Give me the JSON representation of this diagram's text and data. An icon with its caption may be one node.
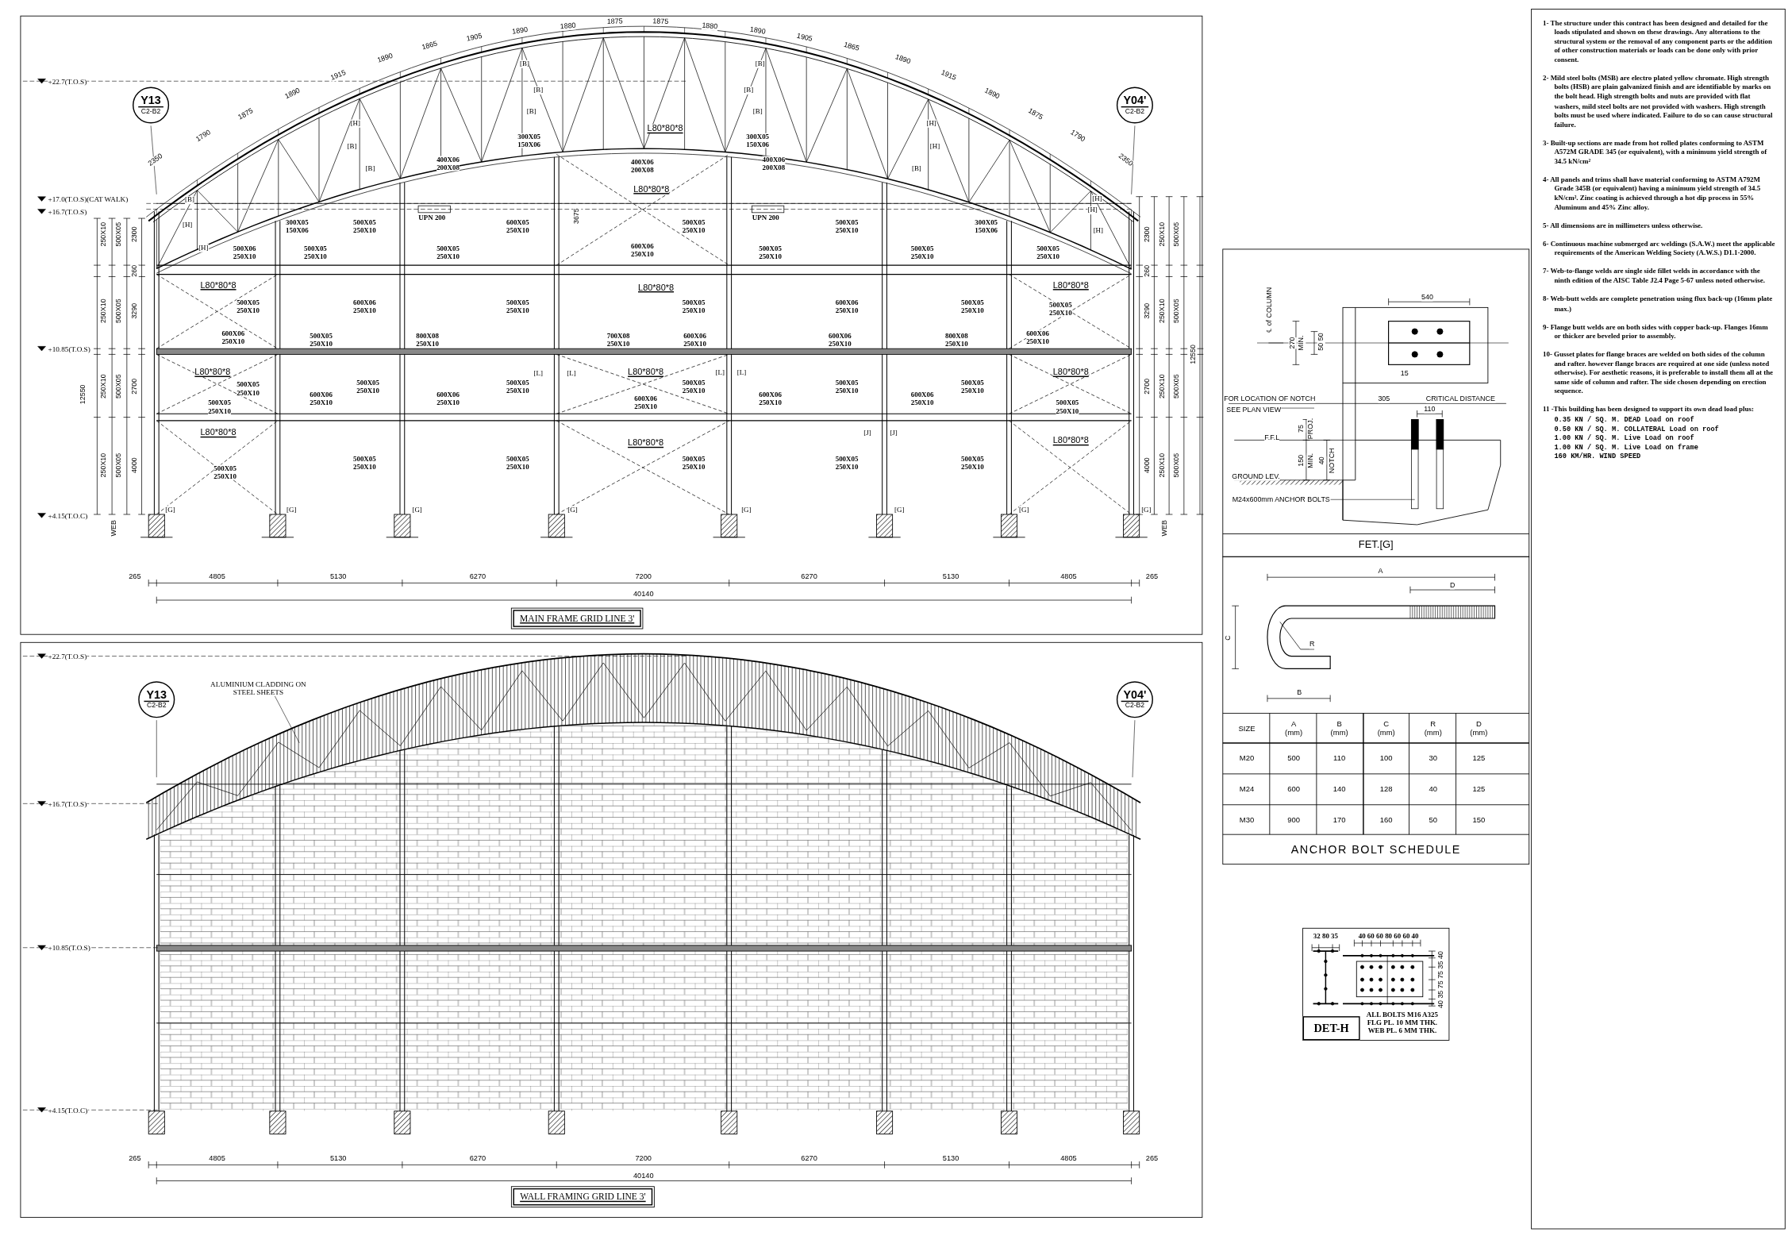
{
  "diagram": {
    "nodes": [
      {
        "text": [
          "Y13",
          "C2-B2"
        ]
      },
      {
        "text": [
          "Y04'",
          "C2-B2"
        ]
      },
      {
        "text": [
          "MAIN FRAME GRID LINE 3'"
        ]
      },
      {
        "text": [
          "Y13",
          "C2-B2"
        ]
      },
      {
        "text": [
          "Y04'",
          "C2-B2"
        ]
      },
      {
        "text": [
          "WALL FRAMING GRID LINE 3'"
        ]
      },
      {
        "text": [
          "DET-H"
        ]
      }
    ],
    "labels": [
      "+22.7(T.O.S)",
      "+17.0(T.O.S)(CAT WALK)",
      "+16.7(T.O.S)",
      "+10.85(T.O.S)",
      "+4.15(T.O.C)",
      "2350",
      "1790",
      "1875",
      "1890",
      "1915",
      "1890",
      "1865",
      "1905",
      "1890",
      "1880",
      "1875",
      "1875",
      "1880",
      "1890",
      "1905",
      "1865",
      "1890",
      "1915",
      "1890",
      "1875",
      "1790",
      "2350",
      "300X05 150X06",
      "400X06 200X08",
      "L80*80*8",
      "400X06 200X08",
      "300X05 150X06",
      "400X06 200X08",
      "L80*80*8",
      "UPN 200",
      "UPN 200",
      "300X05 150X06",
      "500X05 250X10",
      "600X05 250X10",
      "500X05 250X10",
      "500X05 250X10",
      "300X05 150X06",
      "500X06 250X10",
      "500X05 250X10",
      "500X05 250X10",
      "600X06 250X10",
      "500X05 250X10",
      "500X05 250X10",
      "500X05 250X10",
      "3675",
      "L80*80*8",
      "L80*80*8",
      "L80*80*8",
      "500X05 250X10",
      "600X06 250X10",
      "500X05 250X10",
      "500X05 250X10",
      "600X06 250X10",
      "500X05 250X10",
      "500X05 250X10",
      "600X06 250X10",
      "500X05 250X10",
      "800X08 250X10",
      "700X08 250X10",
      "600X06 250X10",
      "600X06 250X10",
      "800X08 250X10",
      "600X06 250X10",
      "L80*80*8",
      "500X05 250X10",
      "500X05 250X10",
      "500X05 250X10",
      "[L]",
      "[L]",
      "L80*80*8",
      "500X05 250X10",
      "[L]",
      "[L]",
      "500X05 250X10",
      "500X05 250X10",
      "L80*80*8",
      "500X05 250X10",
      "600X06 250X10",
      "600X06 250X10",
      "600X06 250X10",
      "600X06 250X10",
      "600X06 250X10",
      "500X05 250X10",
      "L80*80*8",
      "L80*80*8",
      "[J]",
      "[J]",
      "L80*80*8",
      "500X05 250X10",
      "500X05 250X10",
      "500X05 250X10",
      "500X05 250X10",
      "500X05 250X10",
      "500X05 250X10",
      "[B]",
      "[B]",
      "[B]",
      "[H]",
      "[B]",
      "[B]",
      "[B]",
      "[B]",
      "[B]",
      "[H]",
      "[H]",
      "[B]",
      "[B]",
      "[H]",
      "[H]",
      "[H]",
      "[H]",
      "[H]",
      "[G]",
      "[G]",
      "[G]",
      "[G]",
      "[G]",
      "[G]",
      "[G]",
      "[G]",
      "250X10",
      "250X10",
      "250X10",
      "250X10",
      "500X05",
      "500X05",
      "500X05",
      "500X05",
      "2300",
      "260",
      "3290",
      "2700",
      "4000",
      "12550",
      "WEB",
      "2300",
      "260",
      "3290",
      "2700",
      "4000",
      "250X10",
      "250X10",
      "250X10",
      "250X10",
      "500X05",
      "500X05",
      "500X05",
      "500X05",
      "12550",
      "WEB",
      "265",
      "4805",
      "5130",
      "6270",
      "7200",
      "6270",
      "5130",
      "4805",
      "265",
      "40140",
      "+22.7(T.O.S)",
      "+16.7(T.O.S)",
      "+10.85(T.O.S)",
      "+4.15(T.O.C)",
      "ALUMINIUM CLADDING ON STEEL SHEETS",
      "265",
      "4805",
      "5130",
      "6270",
      "7200",
      "6270",
      "5130",
      "4805",
      "265",
      "40140",
      "540",
      "℄ of COLUMN",
      "270",
      "MIN.",
      "50 50",
      "15",
      "FOR LOCATION OF NOTCH",
      "SEE PLAN VIEW",
      "305",
      "CRITICAL DISTANCE",
      "110",
      "F.F.L",
      "75",
      "PROJ.",
      "150",
      "MIN.",
      "40",
      "NOTCH",
      "GROUND LEV.",
      "M24x600mm ANCHOR BOLTS",
      "FET.[G]",
      "A",
      "D",
      "C",
      "R",
      "B",
      "SIZE",
      "A (mm)",
      "B (mm)",
      "C (mm)",
      "R (mm)",
      "D (mm)",
      "M20",
      "500",
      "110",
      "100",
      "30",
      "125",
      "M24",
      "600",
      "140",
      "128",
      "40",
      "125",
      "M30",
      "900",
      "170",
      "160",
      "50",
      "150",
      "ANCHOR BOLT SCHEDULE",
      "32 80 35",
      "40 60 60 80 60 60 40",
      "40 35 75 75 35 40",
      "ALL BOLTS M16 A325",
      "FLG PL. 10 MM THK.",
      "WEB PL. 6 MM THK.",
      "1- The structure under this contract has been designed and detailed for the loads stipulated and shown on these drawings. Any alterations to the structural system or the removal of any component parts or the addition of other construction materials or loads can be done only with prior consent.",
      "2- Mild steel bolts (MSB) are electro plated yellow chromate. High strength bolts (HSB) are plain galvanized finish and are identifiable by marks on the bolt head. High strength bolts and nuts are provided with flat washers, mild steel bolts are not provided with washers. High strength bolts must be used where indicated. Failure to do so can cause structural failure.",
      "3- Built-up sections are made from hot rolled plates conforming to ASTM A572M GRADE 345 (or equivalent), with a minimum yield strength of 34.5 kN/cm²",
      "4- All panels and trims shall have material conforming to ASTM A792M Grade 345B (or equivalent) having a minimum yield strength of 34.5 kN/cm². Zinc coating is achieved through a hot dip process in 55% Aluminum and 45% Zinc alloy.",
      "5- All dimensions are in millimeters unless otherwise.",
      "6- Continuous machine submerged arc weldings (S.A.W.) meet the applicable requirements of the American Welding Society (A.W.S.) D1.1-2000.",
      "7- Web-to-flange welds are single side fillet welds in accordance with the ninth edition of the AISC Table J2.4 Page 5-67 unless noted otherwise.",
      "8- Web-butt welds are complete penetration using flux back-up (16mm plate max.)",
      "9- Flange butt welds are on both sides with copper back-up. Flanges 16mm or thicker are beveled prior to assembly.",
      "10- Gusset plates for flange braces are welded on both sides of the column and rafter. however flange braces are required at one side (unless noted otherwise). For aesthetic reasons, it is preferable to install them all at the same side of column and rafter. The side chosen depending on erection sequence.",
      "11 -This building has been designed to support its own dead load plus:",
      "0.35 KN / SQ. M. DEAD Load on roof",
      "0.50 KN / SQ. M. COLLATERAL Load on roof",
      "1.00 KN / SQ. M. Live Load on roof",
      "1.00 KN / SQ. M. Live Load on frame",
      "160 KM/HR. WIND SPEED"
    ]
  }
}
